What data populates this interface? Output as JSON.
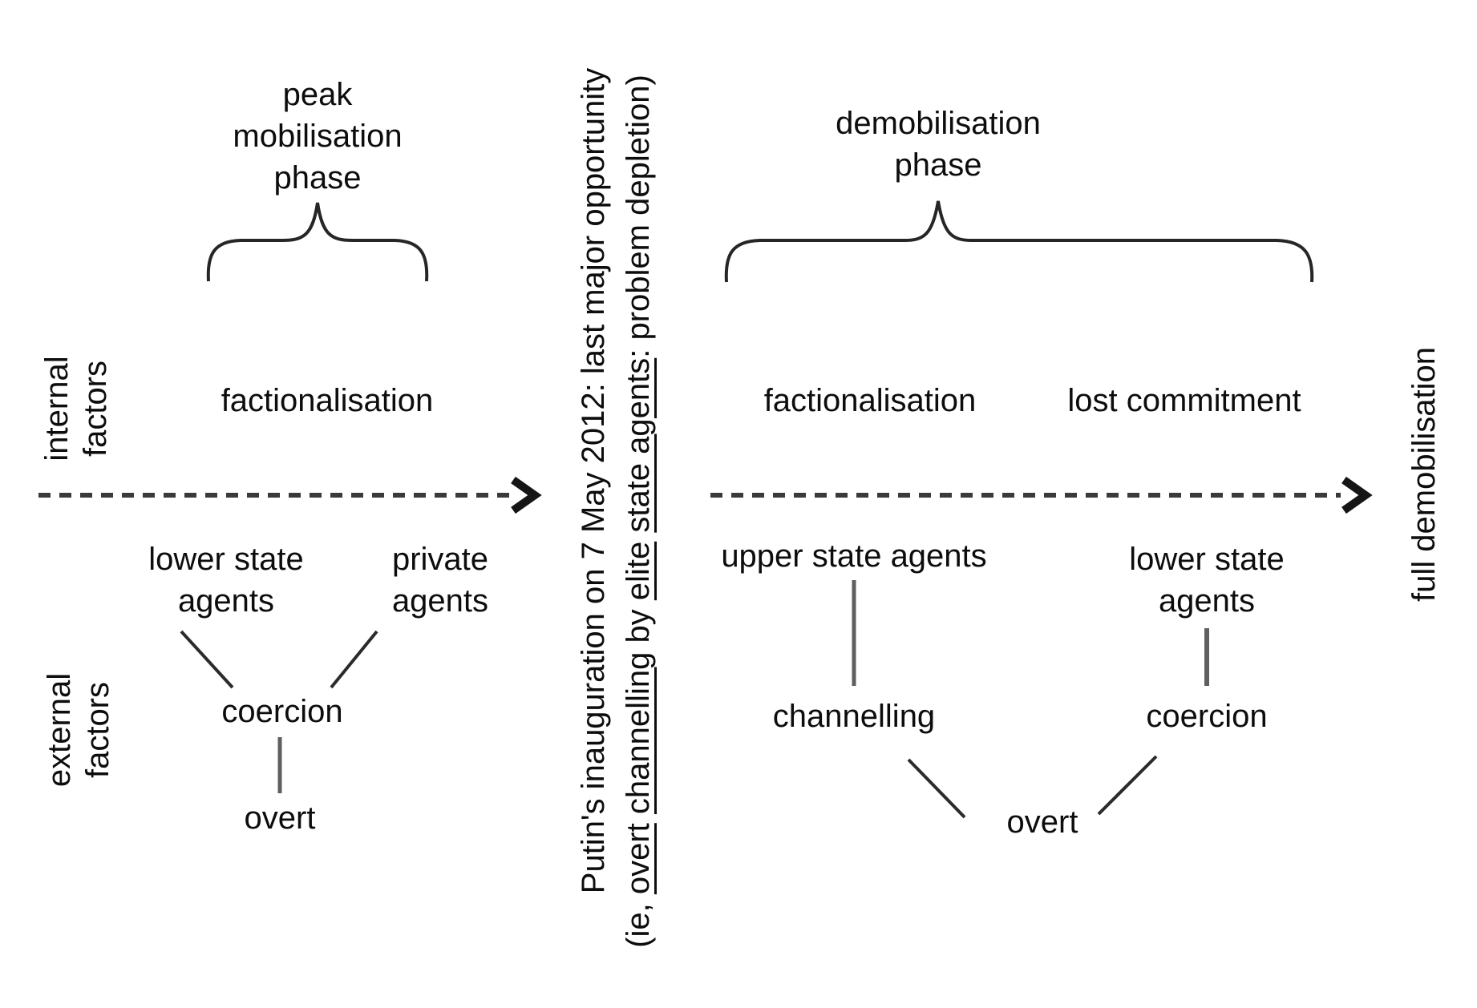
{
  "figure": {
    "left": {
      "phase_label": "peak\nmobilisation\nphase",
      "internal_factors_label": "internal\nfactors",
      "factionalisation_label": "factionalisation",
      "lower_state_agents_label": "lower state\nagents",
      "private_agents_label": "private\nagents",
      "external_factors_label": "external\nfactors",
      "coercion_label": "coercion",
      "overt_label": "overt"
    },
    "center": {
      "line1": "Putin's inauguration on 7 May 2012: last major opportunity",
      "line2_parts": [
        {
          "text": "(ie, ",
          "underline": false
        },
        {
          "text": "overt",
          "underline": true
        },
        {
          "text": " ",
          "underline": false
        },
        {
          "text": "channelling",
          "underline": true
        },
        {
          "text": " by ",
          "underline": false
        },
        {
          "text": "elite",
          "underline": true
        },
        {
          "text": " ",
          "underline": false
        },
        {
          "text": "state agents",
          "underline": true
        },
        {
          "text": ": problem depletion)",
          "underline": false
        }
      ]
    },
    "right": {
      "phase_label": "demobilisation\nphase",
      "factionalisation_label": "factionalisation",
      "lost_commitment_label": "lost commitment",
      "upper_state_agents_label": "upper state agents",
      "lower_state_agents_label": "lower state\nagents",
      "channelling_label": "channelling",
      "coercion_label": "coercion",
      "overt_label": "overt",
      "full_demobilisation_label": "full demobilisation"
    },
    "colors": {
      "background": "#ffffff",
      "text": "#0d0d0d",
      "line": "#262626",
      "connector": "#5f5f5f",
      "dash": "#3a3a3a"
    }
  }
}
